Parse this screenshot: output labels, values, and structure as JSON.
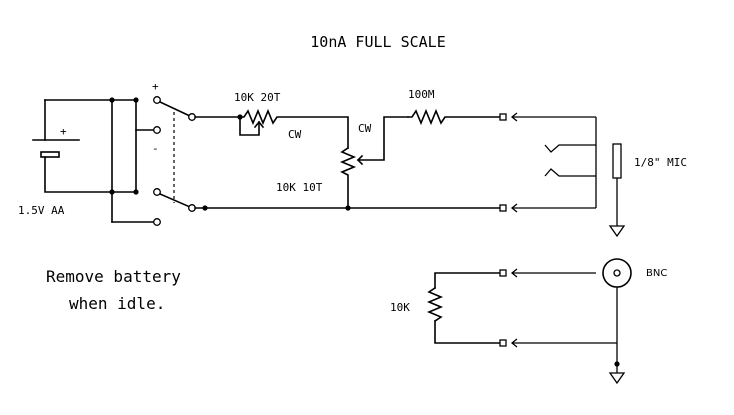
{
  "title": "10nA FULL SCALE",
  "labels": {
    "battery_plus": "+",
    "switch_plus": "+",
    "switch_minus": "-",
    "battery": "1.5V AA",
    "pot_20t": "10K 20T",
    "cw_left": "CW",
    "cw_right": "CW",
    "pot_10t": "10K 10T",
    "resistor_100m": "100M",
    "mic_jack": "1/8\" MIC",
    "bnc": "BNC",
    "resistor_10k": "10K"
  },
  "note": {
    "line1": "Remove battery",
    "line2": "when idle."
  }
}
